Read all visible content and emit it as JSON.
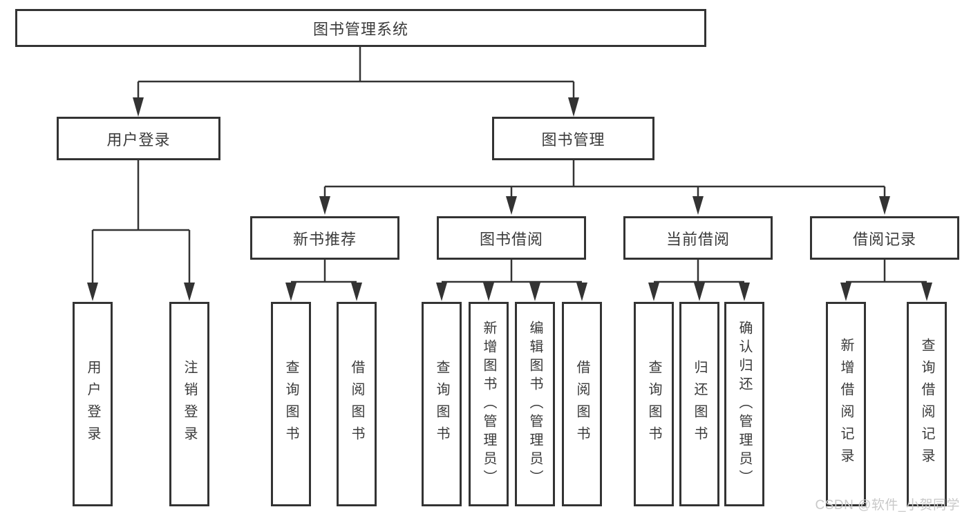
{
  "tree": {
    "root": {
      "label": "图书管理系统"
    },
    "branches": [
      {
        "label": "用户登录",
        "children": [
          {
            "label": "用户登录"
          },
          {
            "label": "注销登录"
          }
        ]
      },
      {
        "label": "图书管理",
        "children": [
          {
            "label": "新书推荐",
            "children": [
              {
                "label": "查询图书"
              },
              {
                "label": "借阅图书"
              }
            ]
          },
          {
            "label": "图书借阅",
            "children": [
              {
                "label": "查询图书"
              },
              {
                "label": "新增图书（管理员）"
              },
              {
                "label": "编辑图书（管理员）"
              },
              {
                "label": "借阅图书"
              }
            ]
          },
          {
            "label": "当前借阅",
            "children": [
              {
                "label": "查询图书"
              },
              {
                "label": "归还图书"
              },
              {
                "label": "确认归还（管理员）"
              }
            ]
          },
          {
            "label": "借阅记录",
            "children": [
              {
                "label": "新增借阅记录"
              },
              {
                "label": "查询借阅记录"
              }
            ]
          }
        ]
      }
    ]
  },
  "watermark": {
    "text": "CSDN @软件_小贺同学"
  },
  "colors": {
    "line": "#333333",
    "border": "#333333",
    "text": "#3a3a3a",
    "watermark": "#c9c9c9",
    "background": "#ffffff"
  }
}
